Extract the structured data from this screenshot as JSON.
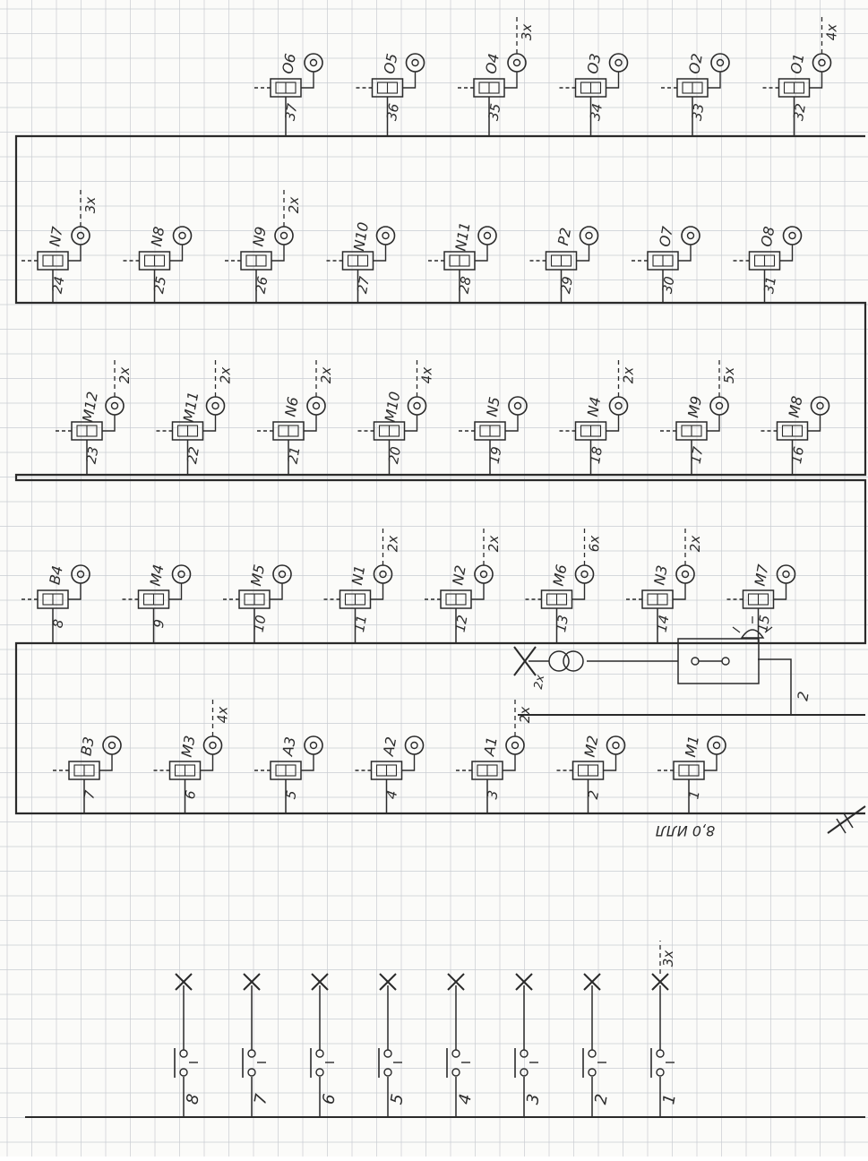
{
  "paper": {
    "ink": "#2a2a2a",
    "grid": "#c9ccd2",
    "background": "#fbfbf9"
  },
  "rows": [
    {
      "id": "row-1",
      "cells": [
        {
          "name": "O6",
          "num": "37",
          "mult": ""
        },
        {
          "name": "O5",
          "num": "36",
          "mult": ""
        },
        {
          "name": "O4",
          "num": "35",
          "mult": "3x"
        },
        {
          "name": "O3",
          "num": "34",
          "mult": ""
        },
        {
          "name": "O2",
          "num": "33",
          "mult": ""
        },
        {
          "name": "O1",
          "num": "32",
          "mult": "4x"
        }
      ]
    },
    {
      "id": "row-2",
      "cells": [
        {
          "name": "N7",
          "num": "24",
          "mult": "3x"
        },
        {
          "name": "N8",
          "num": "25",
          "mult": ""
        },
        {
          "name": "N9",
          "num": "26",
          "mult": "2x"
        },
        {
          "name": "N10",
          "num": "27",
          "mult": ""
        },
        {
          "name": "N11",
          "num": "28",
          "mult": ""
        },
        {
          "name": "P2",
          "num": "29",
          "mult": ""
        },
        {
          "name": "O7",
          "num": "30",
          "mult": ""
        },
        {
          "name": "O8",
          "num": "31",
          "mult": ""
        }
      ]
    },
    {
      "id": "row-3",
      "cells": [
        {
          "name": "M12",
          "num": "23",
          "mult": "2x"
        },
        {
          "name": "M11",
          "num": "22",
          "mult": "2x"
        },
        {
          "name": "N6",
          "num": "21",
          "mult": "2x"
        },
        {
          "name": "M10",
          "num": "20",
          "mult": "4x"
        },
        {
          "name": "N5",
          "num": "19",
          "mult": ""
        },
        {
          "name": "N4",
          "num": "18",
          "mult": "2x"
        },
        {
          "name": "M9",
          "num": "17",
          "mult": "5x"
        },
        {
          "name": "M8",
          "num": "16",
          "mult": ""
        }
      ]
    },
    {
      "id": "row-4",
      "cells": [
        {
          "name": "B4",
          "num": "8",
          "mult": ""
        },
        {
          "name": "M4",
          "num": "9",
          "mult": ""
        },
        {
          "name": "M5",
          "num": "10",
          "mult": ""
        },
        {
          "name": "N1",
          "num": "11",
          "mult": "2x"
        },
        {
          "name": "N2",
          "num": "12",
          "mult": "2x"
        },
        {
          "name": "M6",
          "num": "13",
          "mult": "6x"
        },
        {
          "name": "N3",
          "num": "14",
          "mult": "2x"
        },
        {
          "name": "M7",
          "num": "15",
          "mult": ""
        }
      ]
    },
    {
      "id": "row-5",
      "cells": [
        {
          "name": "B3",
          "num": "7",
          "mult": ""
        },
        {
          "name": "M3",
          "num": "6",
          "mult": "4x"
        },
        {
          "name": "A3",
          "num": "5",
          "mult": ""
        },
        {
          "name": "A2",
          "num": "4",
          "mult": ""
        },
        {
          "name": "A1",
          "num": "3",
          "mult": "2x"
        },
        {
          "name": "M2",
          "num": "2",
          "mult": ""
        },
        {
          "name": "M1",
          "num": "1",
          "mult": ""
        }
      ]
    }
  ],
  "supply": {
    "label": "8,0 ИЛЛ",
    "terminal": "2",
    "mult": "2x"
  },
  "buttons": {
    "items": [
      {
        "num": "8",
        "mult": ""
      },
      {
        "num": "7",
        "mult": ""
      },
      {
        "num": "6",
        "mult": ""
      },
      {
        "num": "5",
        "mult": ""
      },
      {
        "num": "4",
        "mult": ""
      },
      {
        "num": "3",
        "mult": ""
      },
      {
        "num": "2",
        "mult": ""
      },
      {
        "num": "1",
        "mult": "3x"
      }
    ]
  }
}
